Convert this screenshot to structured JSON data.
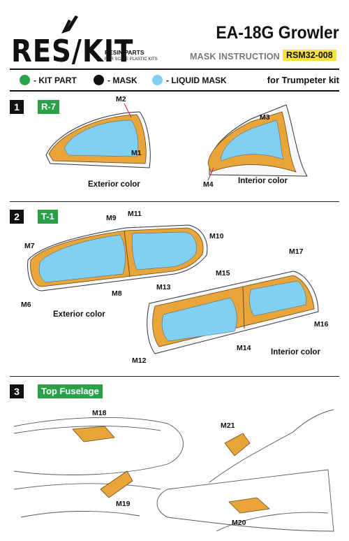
{
  "header": {
    "logo": "RES/KIT",
    "resin_parts": "RESIN PARTS",
    "for_scale": "FOR SCALE PLASTIC KITS",
    "title": "EA-18G Growler",
    "mask_instruction": "MASK INSTRUCTION",
    "code": "RSM32-008"
  },
  "legend": {
    "kit_part": "- KIT PART",
    "mask": "- MASK",
    "liquid_mask": "- LIQUID MASK",
    "kit_for": "for Trumpeter kit",
    "colors": {
      "kit_part": "#2aa148",
      "mask": "#111111",
      "liquid_mask": "#7fd0f2",
      "mask_fill": "#e8a53a"
    }
  },
  "sections": [
    {
      "num": "1",
      "tag": "R-7",
      "captions": [
        "Exterior color",
        "Interior color"
      ],
      "labels": [
        "M1",
        "M2",
        "M3",
        "M4"
      ]
    },
    {
      "num": "2",
      "tag": "T-1",
      "captions": [
        "Exterior color",
        "Interior color"
      ],
      "labels": [
        "M6",
        "M7",
        "M8",
        "M9",
        "M10",
        "M11",
        "M12",
        "M13",
        "M14",
        "M15",
        "M16",
        "M17"
      ]
    },
    {
      "num": "3",
      "tag": "Top Fuselage",
      "labels": [
        "M18",
        "M19",
        "M20",
        "M21"
      ]
    }
  ]
}
